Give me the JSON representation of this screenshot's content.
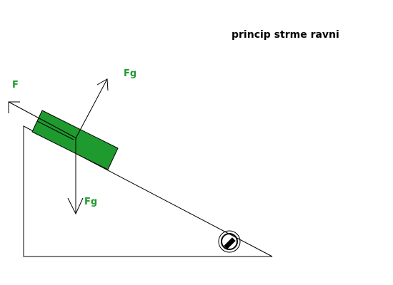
{
  "title": "princip strme ravni",
  "labels": {
    "force_along_plane": "F",
    "force_perpendicular": "Fg",
    "force_gravity": "Fg"
  },
  "colors": {
    "block": "#1f9a2e",
    "label": "#1f9a2e",
    "outline": "#000000"
  }
}
